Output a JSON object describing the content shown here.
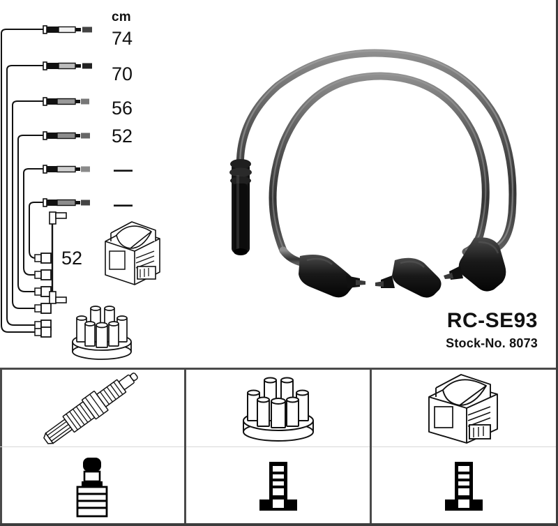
{
  "product": {
    "code": "RC-SE93",
    "stock_label": "Stock-No. 8073",
    "unit_header": "cm"
  },
  "cable_list": {
    "rows": [
      {
        "length": "74",
        "has_value": true
      },
      {
        "length": "70",
        "has_value": true
      },
      {
        "length": "56",
        "has_value": true
      },
      {
        "length": "52",
        "has_value": true
      },
      {
        "length": "—",
        "has_value": false
      },
      {
        "length": "—",
        "has_value": false
      }
    ]
  },
  "solo_cable": {
    "length": "52"
  },
  "small_parts": [
    {
      "name": "ignition-coil",
      "label": "ignition-coil-icon"
    },
    {
      "name": "distributor-cap",
      "label": "distributor-cap-icon"
    }
  ],
  "hero": {
    "name": "ignition-cable-set-photo",
    "connectors": [
      "straight-coil-boot",
      "angled-spark-plug-boot",
      "angled-spark-plug-boot",
      "angled-spark-plug-boot"
    ]
  },
  "panels": [
    {
      "id": "spark-plug",
      "upper": "spark-plug-icon",
      "lower": "spark-plug-terminal-icon"
    },
    {
      "id": "distributor-cap",
      "upper": "distributor-cap-icon",
      "lower": "distributor-terminal-icon"
    },
    {
      "id": "ignition-coil",
      "upper": "ignition-coil-icon",
      "lower": "coil-terminal-icon"
    }
  ],
  "colors": {
    "ink": "#111111",
    "divider": "#4a4a4a",
    "cable_dark": "#2b2b2b",
    "cable_mid": "#6e6e6e",
    "background": "#ffffff"
  }
}
